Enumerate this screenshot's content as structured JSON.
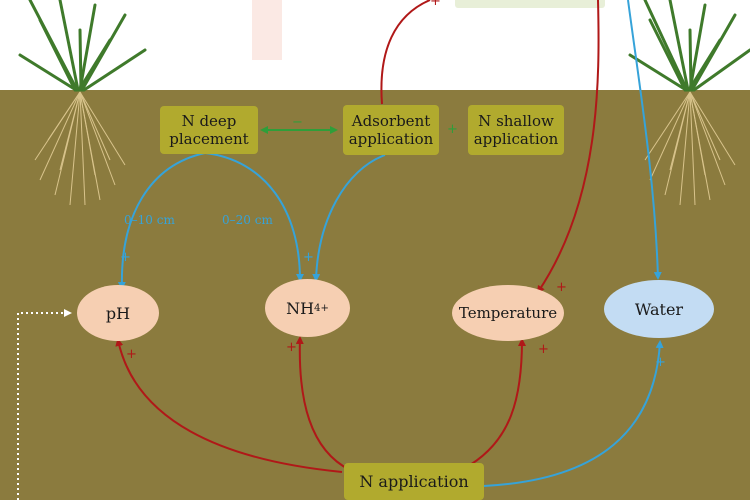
{
  "nodes": {
    "n_deep": [
      "N deep",
      "placement"
    ],
    "adsorbent": [
      "Adsorbent",
      "application"
    ],
    "n_shallow": [
      "N shallow",
      "application"
    ],
    "n_application": "N application",
    "ph": "pH",
    "nh4": {
      "base": "NH",
      "sub": "4",
      "sup": "+"
    },
    "temperature": "Temperature",
    "water": "Water"
  },
  "edge_labels": {
    "depth_a": "0–10 cm",
    "depth_b": "0–20 cm"
  },
  "signs": {
    "deep_adsorbent": "−",
    "adsorbent_shallow": "+",
    "top_red": "+",
    "temp_plus": "+",
    "ph_plus": "+",
    "nh4_plus": "+",
    "temp_from_napp_plus": "+",
    "water_from_napp": "+",
    "n_deep_to_ph": "+",
    "adsorbent_to_nh4": "+"
  },
  "colors": {
    "soil": "#8b7b3e",
    "box": "#b1aa2e",
    "ph_fill": "#f6cfb2",
    "water_fill": "#c3dcf3",
    "red_arrow": "#b01818",
    "blue_arrow": "#36a3d9",
    "green_arrow": "#2f9e3a"
  }
}
